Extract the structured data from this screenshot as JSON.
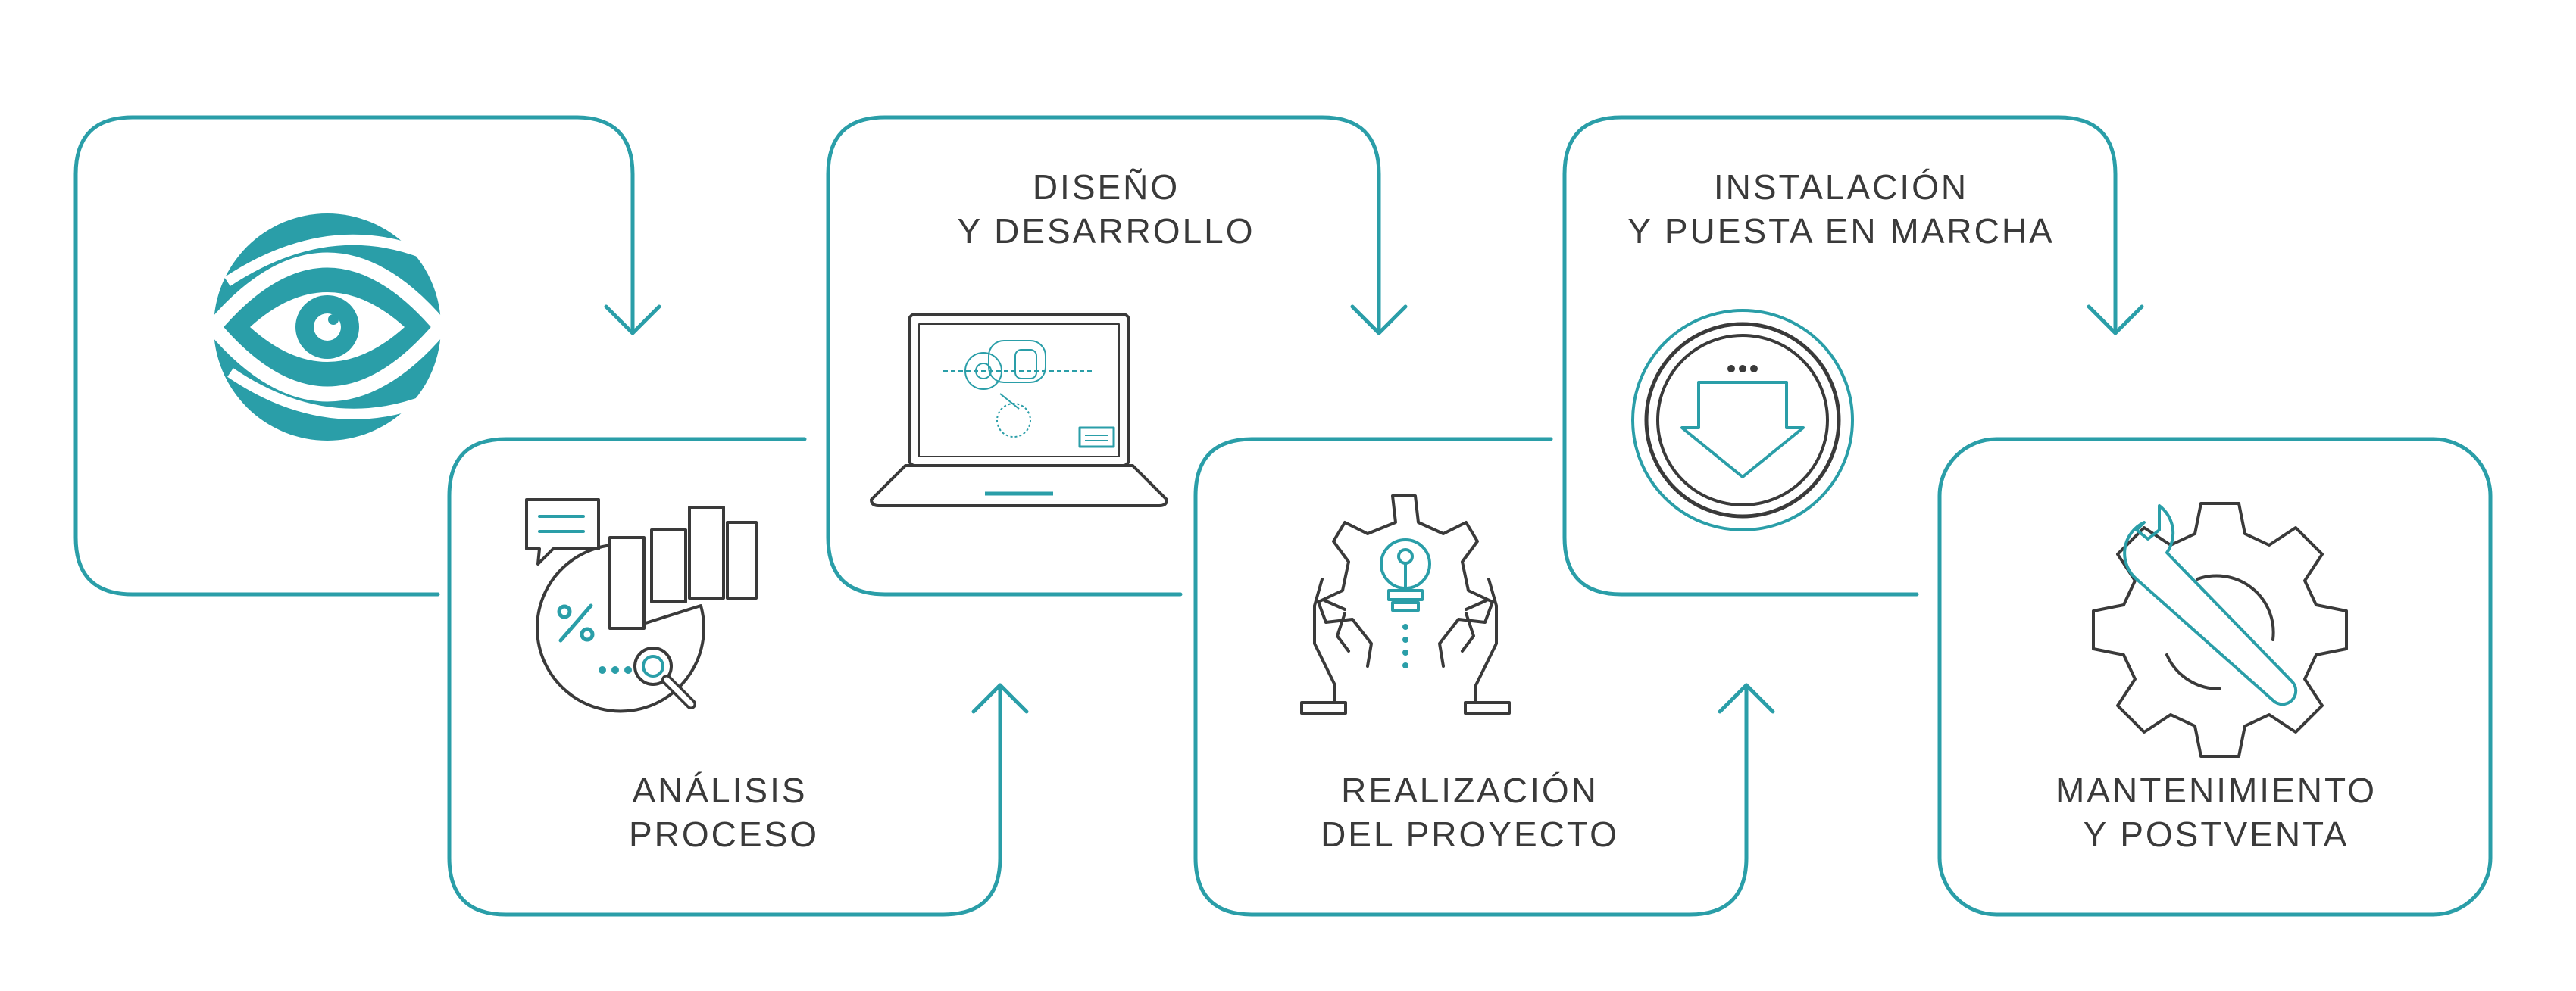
{
  "colors": {
    "accent": "#2a9ea8",
    "line": "#3a3a3a",
    "background": "#ffffff"
  },
  "steps": [
    {
      "id": "logo",
      "icon": "eye-logo-icon",
      "lines": []
    },
    {
      "id": "analisis",
      "icon": "analytics-icon",
      "lines": [
        "ANÁLISIS",
        "PROCESO"
      ]
    },
    {
      "id": "diseno",
      "icon": "laptop-design-icon",
      "lines": [
        "DISEÑO",
        "Y DESARROLLO"
      ]
    },
    {
      "id": "realizacion",
      "icon": "lightbulb-gear-hands-icon",
      "lines": [
        "REALIZACIÓN",
        "DEL PROYECTO"
      ]
    },
    {
      "id": "instalacion",
      "icon": "download-circle-icon",
      "lines": [
        "INSTALACIÓN",
        "Y PUESTA EN MARCHA"
      ]
    },
    {
      "id": "mantenimiento",
      "icon": "wrench-gear-icon",
      "lines": [
        "MANTENIMIENTO",
        "Y POSTVENTA"
      ]
    }
  ]
}
